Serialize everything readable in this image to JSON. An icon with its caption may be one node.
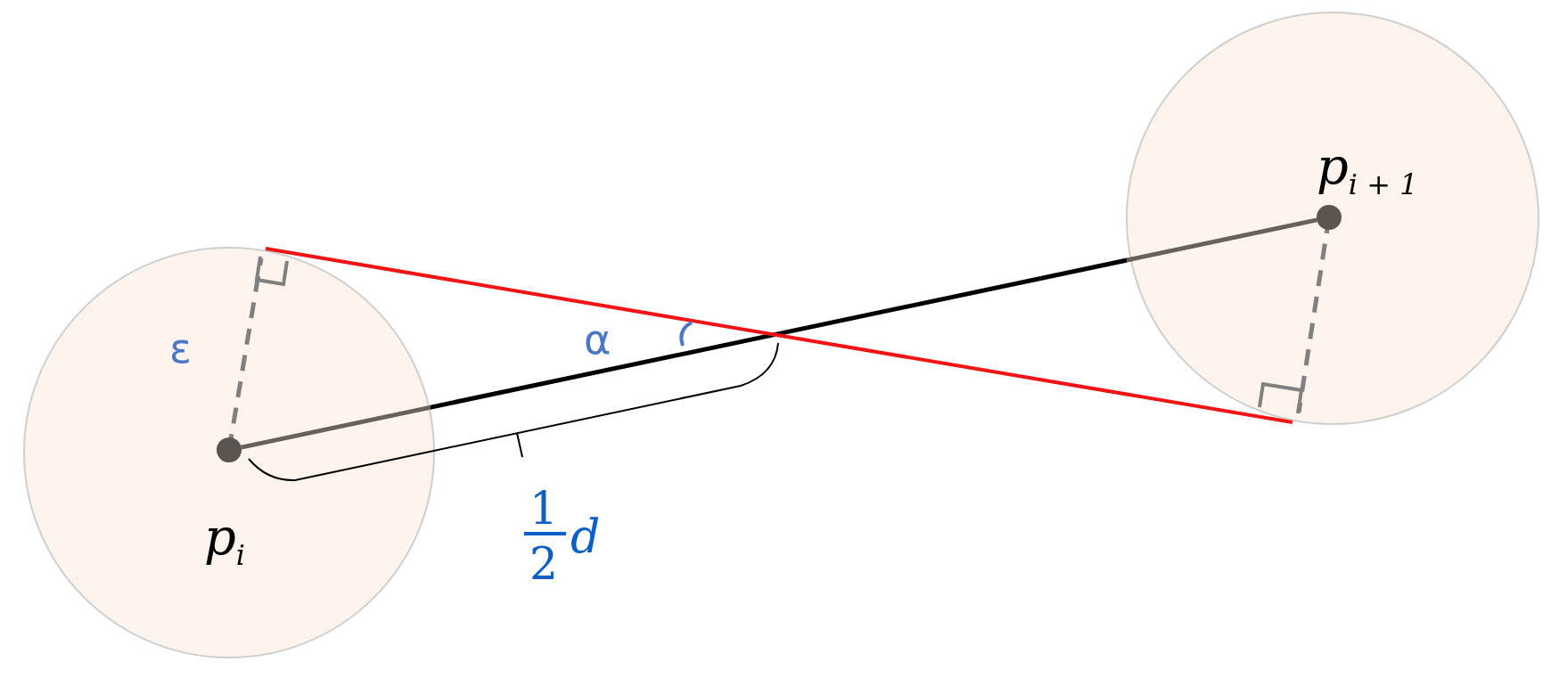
{
  "diagram": {
    "nodes": [
      {
        "text": [
          "p$_{i}$"
        ]
      },
      {
        "text": [
          "p$_{i + 1}$"
        ]
      },
      {
        "text": [],
        "shape": "circle",
        "in": 0
      },
      {
        "text": [],
        "shape": "circle",
        "in": 1
      }
    ],
    "edges": [
      {
        "from": 2,
        "to": 3,
        "arrow": "none"
      },
      {
        "from": 0,
        "to": 1,
        "arrow": "none",
        "color": "#f21414"
      }
    ],
    "labels": [
      "ε",
      "α",
      "1",
      "2",
      "d"
    ]
  }
}
